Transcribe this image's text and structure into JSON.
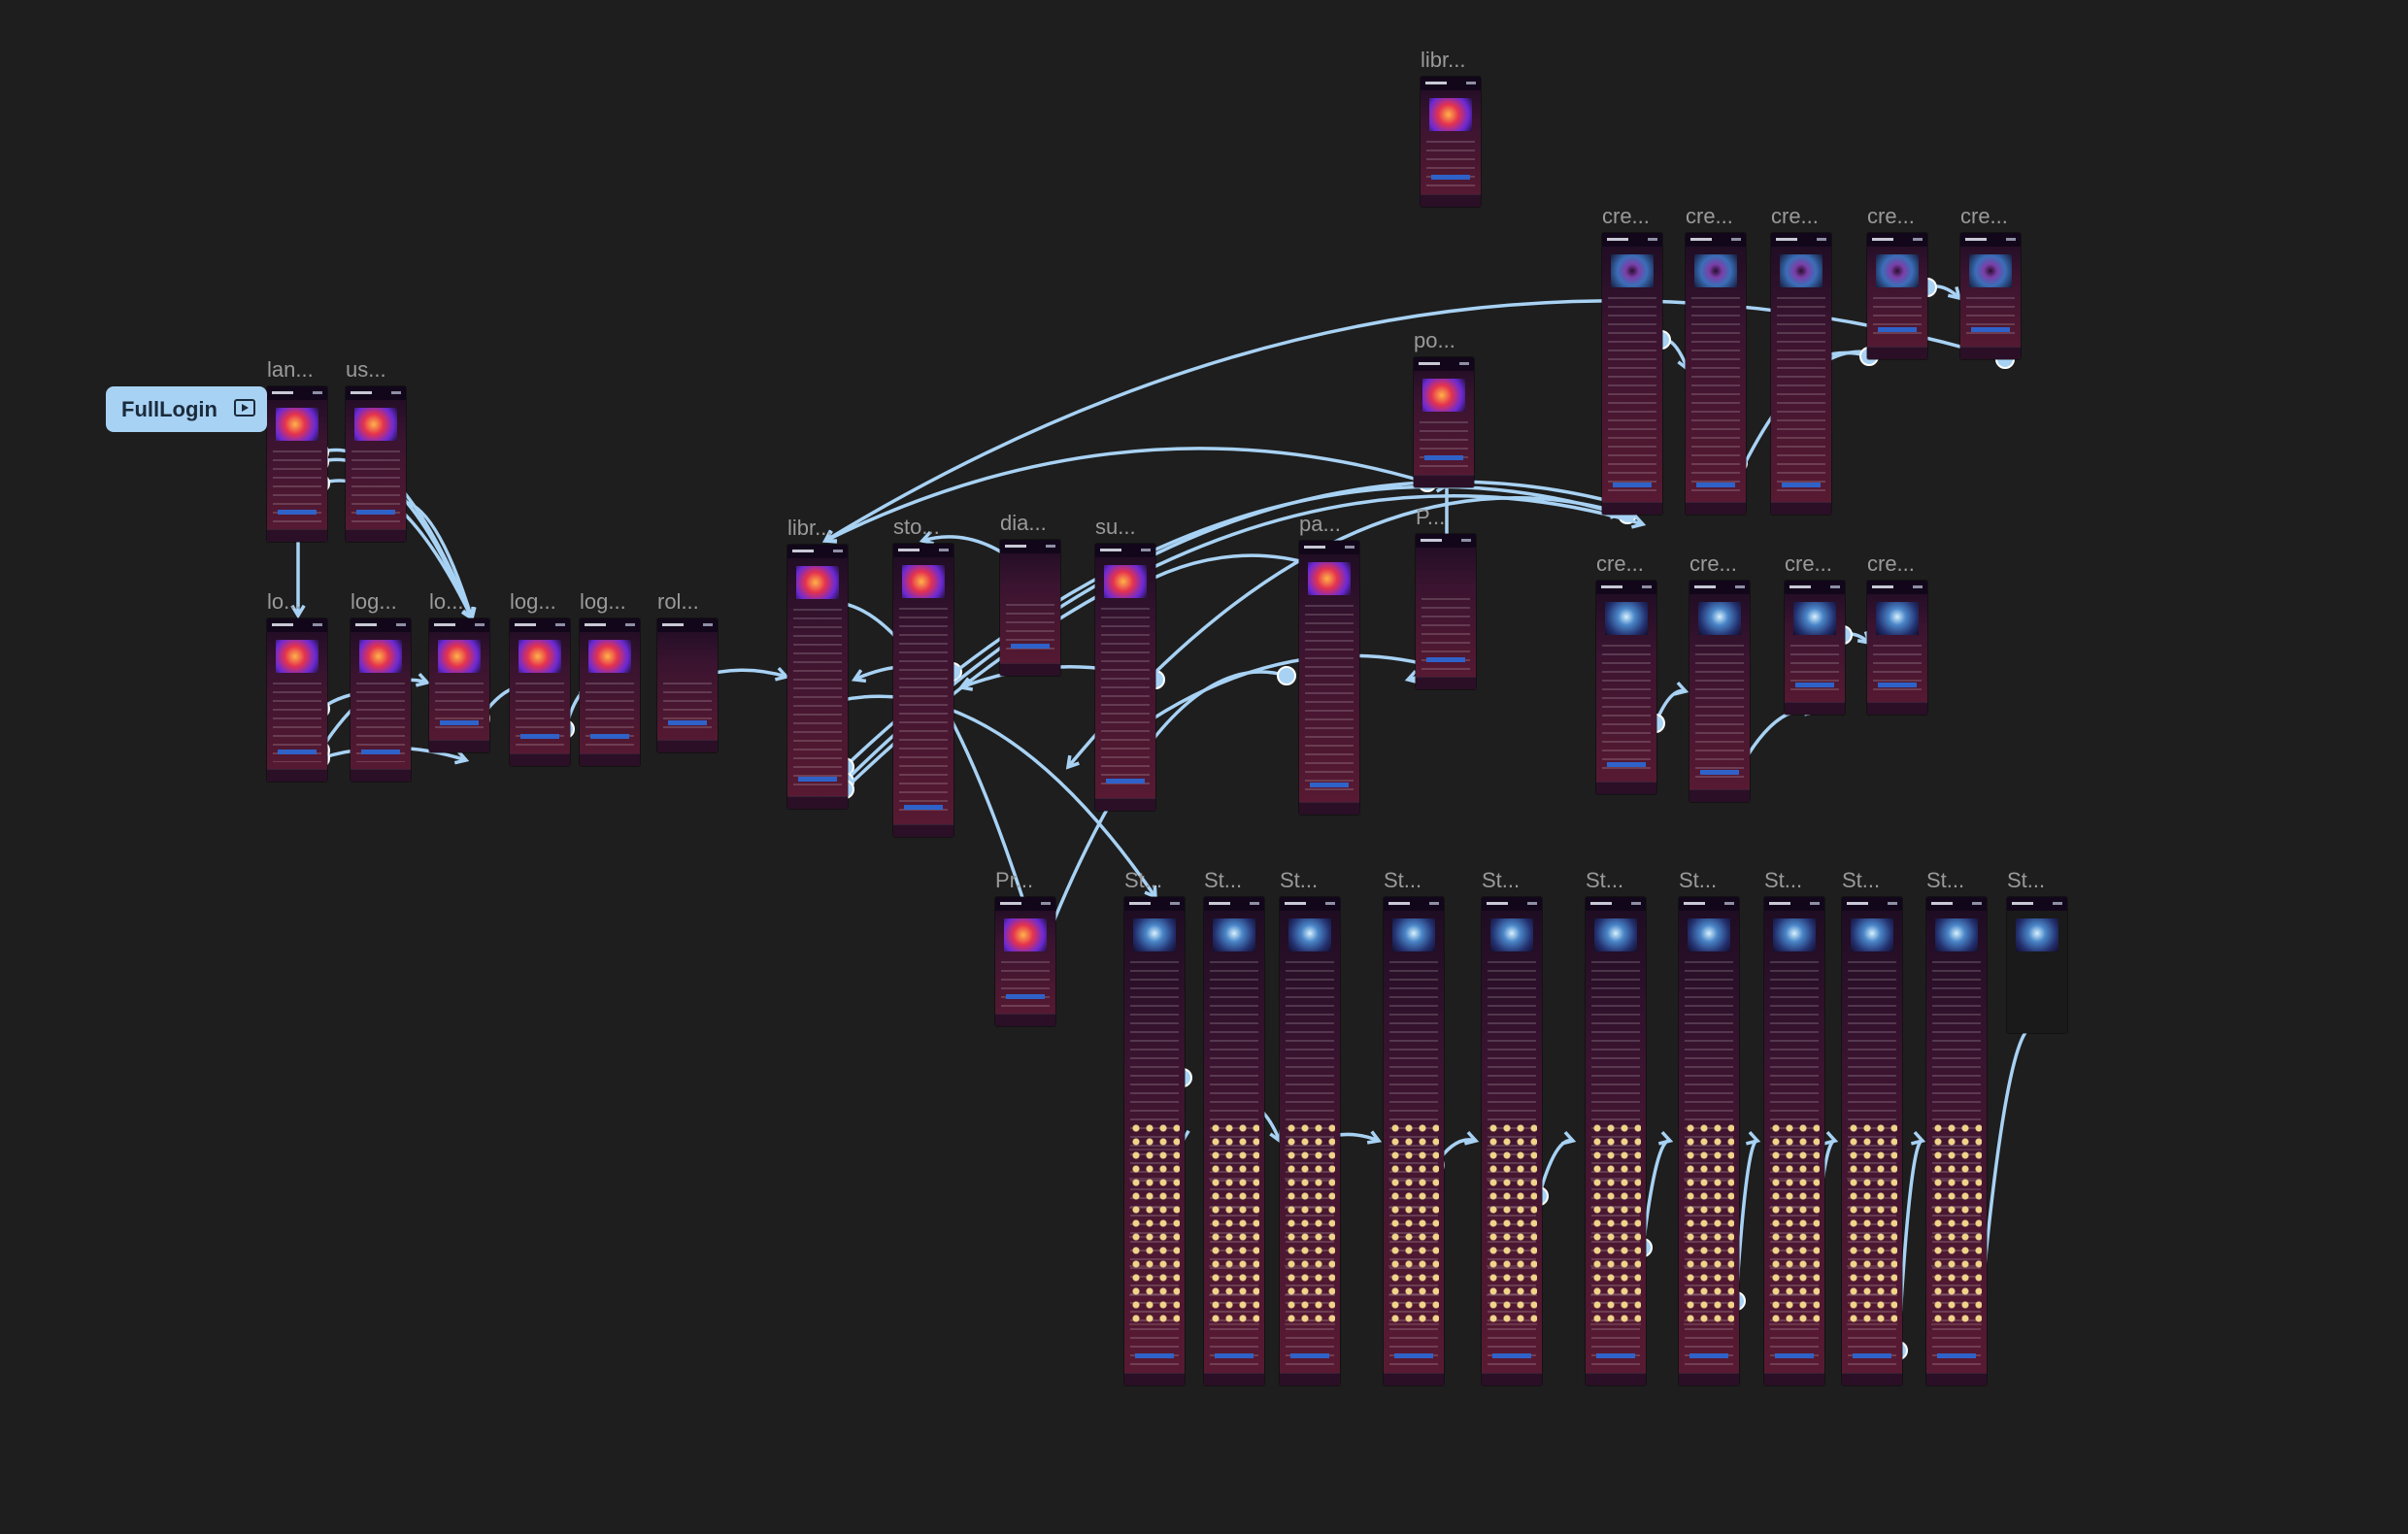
{
  "canvas": {
    "background": "#1e1e1e",
    "connector_color": "#a8d2f4",
    "flow_badge": {
      "label": "FullLogin",
      "icon": "prototype-play-icon"
    }
  },
  "frames": [
    {
      "id": "lan",
      "label": "lan...",
      "kind": "login"
    },
    {
      "id": "us",
      "label": "us...",
      "kind": "login"
    },
    {
      "id": "lo1",
      "label": "lo...",
      "kind": "login"
    },
    {
      "id": "log2",
      "label": "log...",
      "kind": "login"
    },
    {
      "id": "lo3",
      "label": "lo...",
      "kind": "login"
    },
    {
      "id": "log4",
      "label": "log...",
      "kind": "login"
    },
    {
      "id": "log5",
      "label": "log...",
      "kind": "login"
    },
    {
      "id": "rol",
      "label": "rol...",
      "kind": "plain"
    },
    {
      "id": "libr-main",
      "label": "libr...",
      "kind": "library"
    },
    {
      "id": "sto",
      "label": "sto...",
      "kind": "library"
    },
    {
      "id": "dia",
      "label": "dia...",
      "kind": "dialog"
    },
    {
      "id": "su",
      "label": "su...",
      "kind": "library"
    },
    {
      "id": "pa",
      "label": "pa...",
      "kind": "library"
    },
    {
      "id": "P",
      "label": "P...",
      "kind": "plain"
    },
    {
      "id": "po",
      "label": "po...",
      "kind": "library"
    },
    {
      "id": "libr-top",
      "label": "libr...",
      "kind": "library"
    },
    {
      "id": "cre1",
      "label": "cre...",
      "kind": "galaxy"
    },
    {
      "id": "cre2",
      "label": "cre...",
      "kind": "galaxy"
    },
    {
      "id": "cre3",
      "label": "cre...",
      "kind": "galaxy"
    },
    {
      "id": "cre4",
      "label": "cre...",
      "kind": "galaxy"
    },
    {
      "id": "cre5",
      "label": "cre...",
      "kind": "galaxy"
    },
    {
      "id": "cre6",
      "label": "cre...",
      "kind": "blue"
    },
    {
      "id": "cre7",
      "label": "cre...",
      "kind": "blue"
    },
    {
      "id": "cre8",
      "label": "cre...",
      "kind": "blue"
    },
    {
      "id": "cre9",
      "label": "cre...",
      "kind": "blue"
    },
    {
      "id": "Pr",
      "label": "Pr...",
      "kind": "profile"
    },
    {
      "id": "St1",
      "label": "St...",
      "kind": "story"
    },
    {
      "id": "St2",
      "label": "St...",
      "kind": "story"
    },
    {
      "id": "St3",
      "label": "St...",
      "kind": "story"
    },
    {
      "id": "St4",
      "label": "St...",
      "kind": "story"
    },
    {
      "id": "St5",
      "label": "St...",
      "kind": "story"
    },
    {
      "id": "St6",
      "label": "St...",
      "kind": "story"
    },
    {
      "id": "St7",
      "label": "St...",
      "kind": "story"
    },
    {
      "id": "St8",
      "label": "St...",
      "kind": "story"
    },
    {
      "id": "St9",
      "label": "St...",
      "kind": "story"
    },
    {
      "id": "St10",
      "label": "St...",
      "kind": "story"
    },
    {
      "id": "St11",
      "label": "St...",
      "kind": "cover"
    }
  ]
}
